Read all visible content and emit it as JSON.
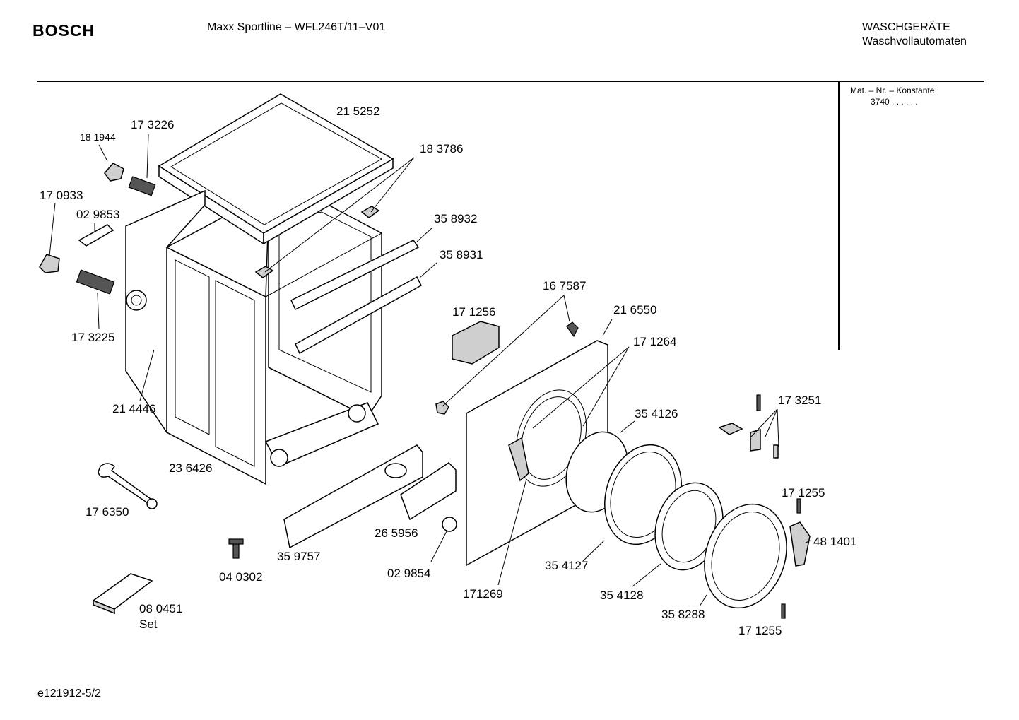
{
  "header": {
    "brand": "BOSCH",
    "model": "Maxx Sportline – WFL246T/11–V01",
    "category_line1": "WASCHGERÄTE",
    "category_line2": "Waschvollautomaten"
  },
  "side_panel": {
    "label": "Mat. – Nr. – Konstante",
    "value": "3740 . .   . . . ."
  },
  "footer": {
    "code": "e121912-5/2"
  },
  "parts": [
    {
      "id": "p1",
      "text": "21 5252"
    },
    {
      "id": "p2",
      "text": "17 3226"
    },
    {
      "id": "p3",
      "text": "18 1944"
    },
    {
      "id": "p4",
      "text": "18 3786"
    },
    {
      "id": "p5",
      "text": "17 0933"
    },
    {
      "id": "p6",
      "text": "02 9853"
    },
    {
      "id": "p7",
      "text": "35 8932"
    },
    {
      "id": "p8",
      "text": "35 8931"
    },
    {
      "id": "p9",
      "text": "16 7587"
    },
    {
      "id": "p10",
      "text": "17 1256"
    },
    {
      "id": "p11",
      "text": "21 6550"
    },
    {
      "id": "p12",
      "text": "17 3225"
    },
    {
      "id": "p13",
      "text": "17 1264"
    },
    {
      "id": "p14",
      "text": "21 4446"
    },
    {
      "id": "p15",
      "text": "17 3251"
    },
    {
      "id": "p16",
      "text": "35 4126"
    },
    {
      "id": "p17",
      "text": "23 6426"
    },
    {
      "id": "p18",
      "text": "17 6350"
    },
    {
      "id": "p19",
      "text": "17 1255"
    },
    {
      "id": "p20",
      "text": "48 1401"
    },
    {
      "id": "p21",
      "text": "26 5956"
    },
    {
      "id": "p22",
      "text": "35 9757"
    },
    {
      "id": "p23",
      "text": "02 9854"
    },
    {
      "id": "p24",
      "text": "35 4127"
    },
    {
      "id": "p25",
      "text": "04 0302"
    },
    {
      "id": "p26",
      "text": "171269"
    },
    {
      "id": "p27",
      "text": "35 4128"
    },
    {
      "id": "p28",
      "text": "35 8288"
    },
    {
      "id": "p29",
      "text": "17 1255"
    },
    {
      "id": "p30",
      "text": "08 0451"
    },
    {
      "id": "p31",
      "text": "Set"
    }
  ]
}
